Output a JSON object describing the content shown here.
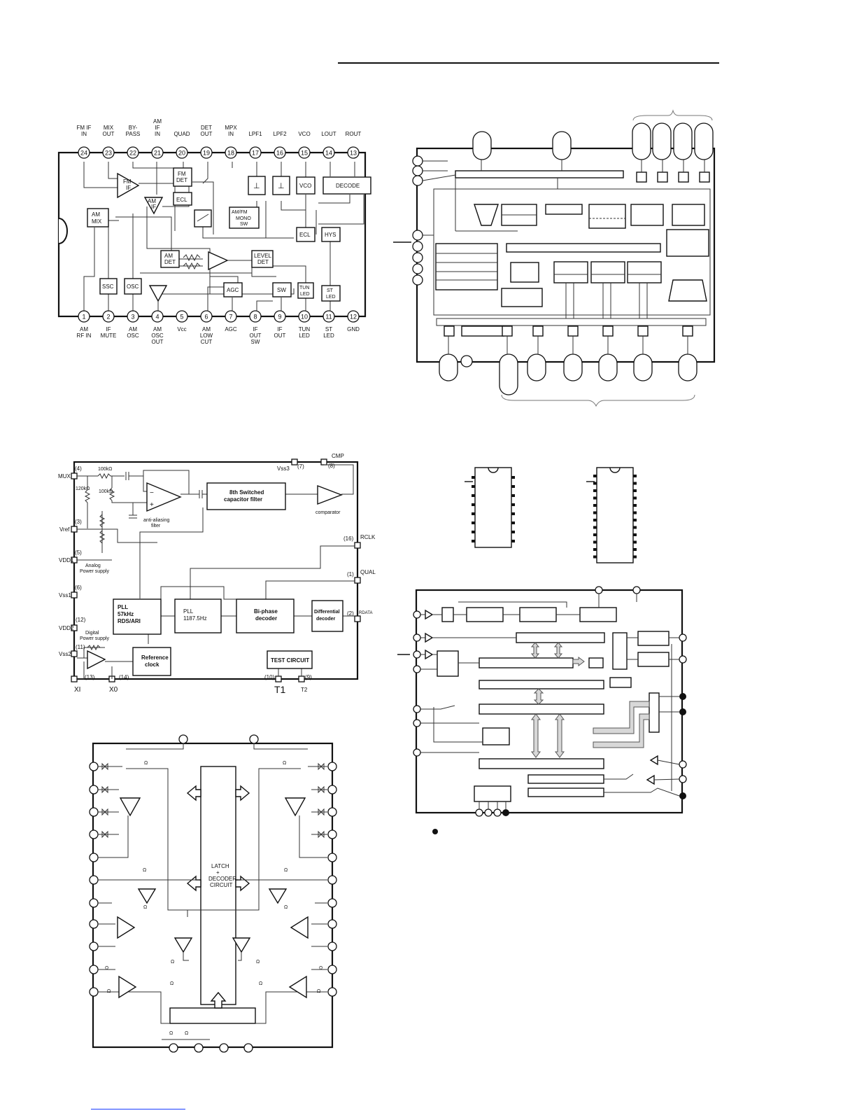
{
  "d1": {
    "top_pins": [
      {
        "n": "24",
        "label": [
          "FM IF",
          "IN"
        ]
      },
      {
        "n": "23",
        "label": [
          "MIX",
          "OUT"
        ]
      },
      {
        "n": "22",
        "label": [
          "BY-",
          "PASS"
        ]
      },
      {
        "n": "21",
        "label": [
          "AM",
          "IF",
          "IN"
        ]
      },
      {
        "n": "20",
        "label": [
          "QUAD"
        ]
      },
      {
        "n": "19",
        "label": [
          "DET",
          "OUT"
        ]
      },
      {
        "n": "18",
        "label": [
          "MPX",
          "IN"
        ]
      },
      {
        "n": "17",
        "label": [
          "LPF1"
        ]
      },
      {
        "n": "16",
        "label": [
          "LPF2"
        ]
      },
      {
        "n": "15",
        "label": [
          "VCO"
        ]
      },
      {
        "n": "14",
        "label": [
          "LOUT"
        ]
      },
      {
        "n": "13",
        "label": [
          "ROUT"
        ]
      }
    ],
    "bottom_pins": [
      {
        "n": "1",
        "label": [
          "AM",
          "RF IN"
        ]
      },
      {
        "n": "2",
        "label": [
          "IF",
          "MUTE"
        ]
      },
      {
        "n": "3",
        "label": [
          "AM",
          "OSC"
        ]
      },
      {
        "n": "4",
        "label": [
          "AM",
          "OSC",
          "OUT"
        ]
      },
      {
        "n": "5",
        "label": [
          "Vcc"
        ]
      },
      {
        "n": "6",
        "label": [
          "AM",
          "LOW",
          "CUT"
        ]
      },
      {
        "n": "7",
        "label": [
          "AGC"
        ]
      },
      {
        "n": "8",
        "label": [
          "IF",
          "OUT",
          "SW"
        ]
      },
      {
        "n": "9",
        "label": [
          "IF",
          "OUT"
        ]
      },
      {
        "n": "10",
        "label": [
          "TUN",
          "LED"
        ]
      },
      {
        "n": "11",
        "label": [
          "ST",
          "LED"
        ]
      },
      {
        "n": "12",
        "label": [
          "GND"
        ]
      }
    ],
    "blocks": {
      "fm_if": [
        "FM",
        "IF"
      ],
      "am_if": [
        "AM",
        "IF"
      ],
      "am_mix": [
        "AM",
        "MIX"
      ],
      "fm_det": [
        "FM",
        "DET"
      ],
      "ecl1": "ECL",
      "am_fm_mono": [
        "AM/FM",
        "MONO",
        "SW"
      ],
      "vco": "VCO",
      "decode": "DECODE",
      "ecl2": "ECL",
      "hys": "HYS",
      "am_det": [
        "AM",
        "DET"
      ],
      "level_det": [
        "LEVEL",
        "DET"
      ],
      "ssc": "SSC",
      "osc": "OSC",
      "agc": "AGC",
      "sw": "SW",
      "tun_led": [
        "TUN",
        "LED"
      ],
      "st_led": [
        "ST",
        "LED"
      ]
    }
  },
  "d3": {
    "pins": {
      "mux": "MUX",
      "mux_n": "(4)",
      "vref": "Vref",
      "vref_n": "(3)",
      "vdd1": "VDD1",
      "vdd1_n": "(5)",
      "vss1": "Vss1",
      "vss1_n": "(6)",
      "vdd2": "VDD2",
      "vdd2_n": "(12)",
      "vss2": "Vss2",
      "vss2_n": "(11)",
      "xi": "XI",
      "xi_n": "(13)",
      "xo": "X0",
      "xo_n": "(14)",
      "vss3": "Vss3",
      "vss3_n": "(7)",
      "cmp": "CMP",
      "cmp_n": "(8)",
      "rclk": "RCLK",
      "rclk_n": "(16)",
      "qual": "QUAL",
      "qual_n": "(1)",
      "rdata": "RDATA",
      "rdata_n": "(2)",
      "t1": "T1",
      "t1_n": "(10)",
      "t2": "T2",
      "t2_n": "(9)"
    },
    "labels": {
      "r1": "100kΩ",
      "r2": "120kΩ",
      "r3": "100kΩ",
      "aa_filter": [
        "anti-aliasing",
        "filter"
      ],
      "sc_filter": [
        "8th Switched",
        "capacitor filter"
      ],
      "comparator": "comparator",
      "analog_ps": [
        "Analog",
        "Power supply"
      ],
      "digital_ps": [
        "Digital",
        "Power supply"
      ],
      "pll57": [
        "PLL",
        "57kHz",
        "RDS/ARI"
      ],
      "pll1187": [
        "PLL",
        "1187.5Hz"
      ],
      "biphase": [
        "Bi-phase",
        "decoder"
      ],
      "diffdec": [
        "Differential",
        "decoder"
      ],
      "refclk": [
        "Reference",
        "clock"
      ],
      "test": "TEST CIRCUIT"
    }
  },
  "d4": {
    "latch": [
      "LATCH",
      "+",
      "DECODER",
      "CIRCUIT"
    ],
    "omega": "Ω"
  }
}
